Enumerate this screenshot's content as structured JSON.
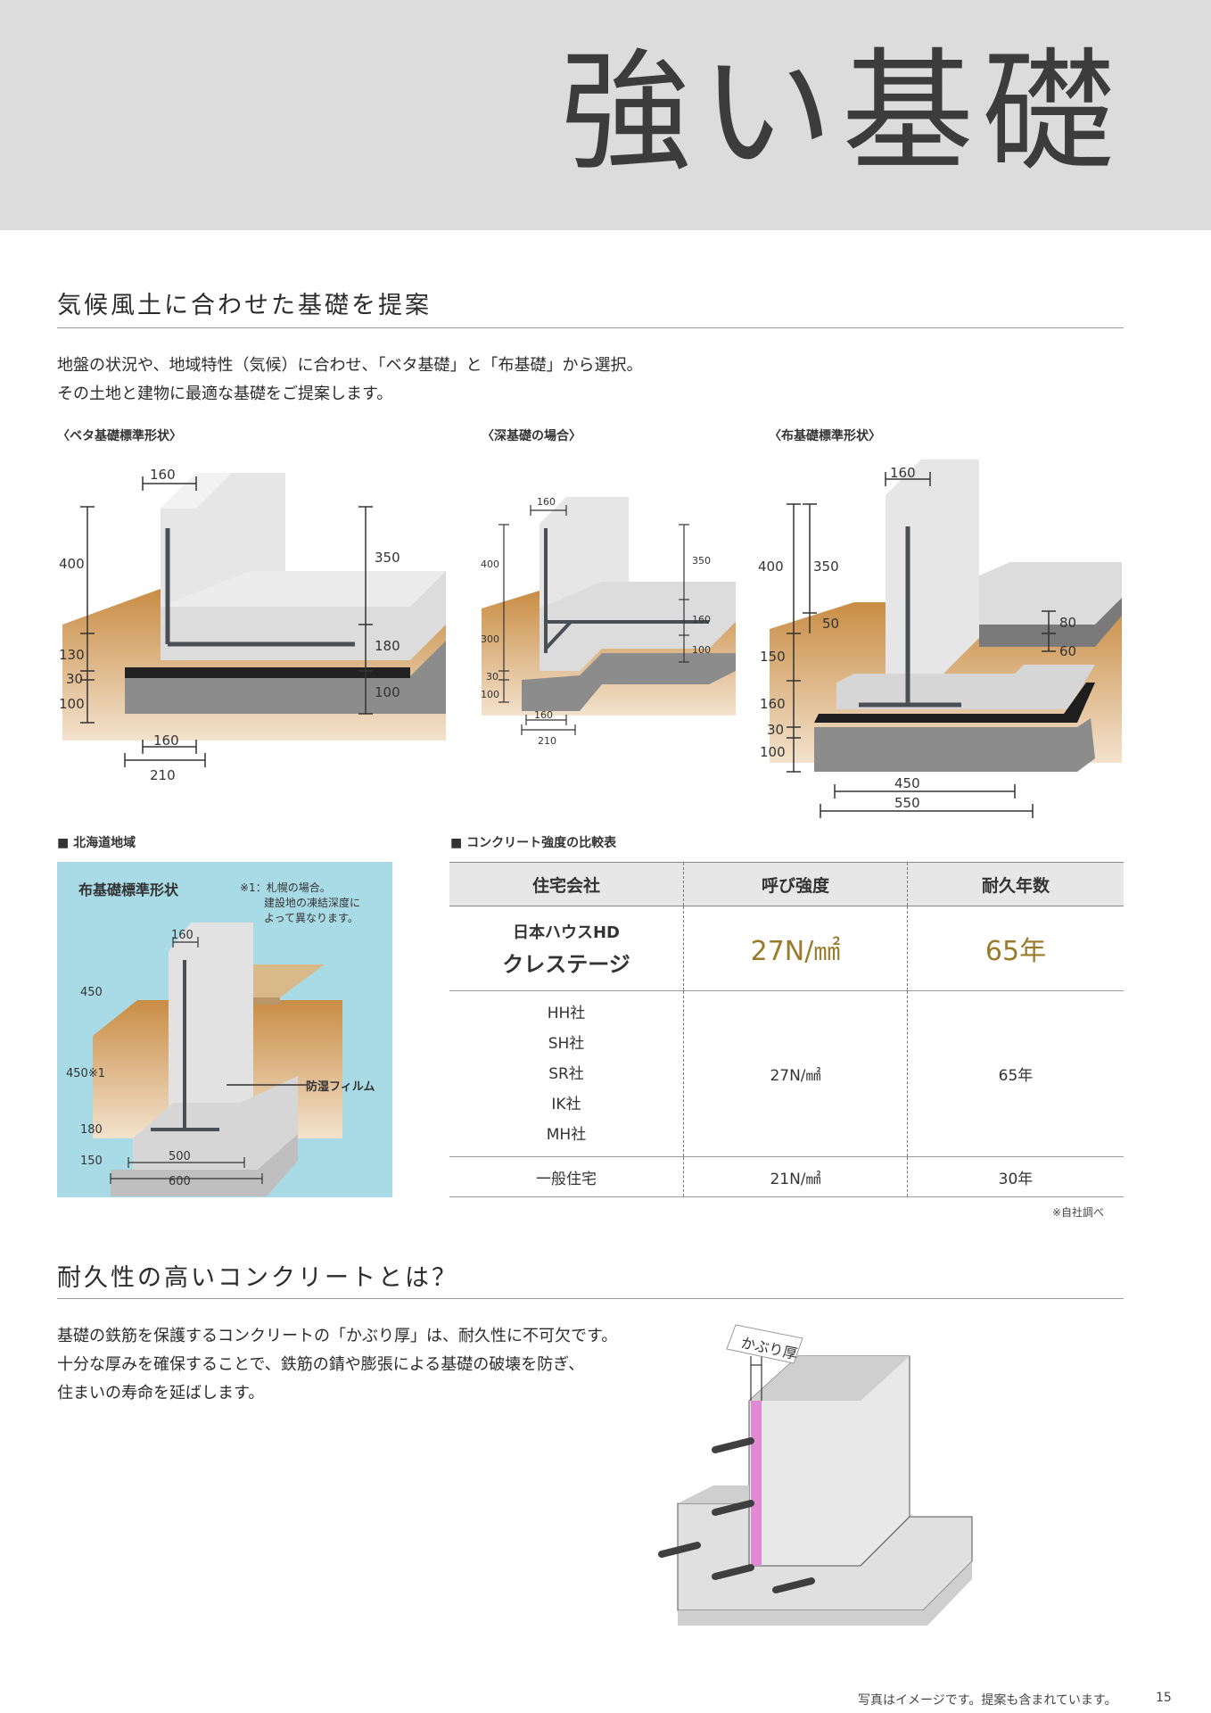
{
  "header": {
    "title": "強い基礎"
  },
  "section1": {
    "heading": "気候風土に合わせた基礎を提案",
    "body_lines": [
      "地盤の状況や、地域特性（気候）に合わせ、「ベタ基礎」と「布基礎」から選択。",
      "その土地と建物に最適な基礎をご提案します。"
    ]
  },
  "diagrams": {
    "beta": {
      "caption": "〈ベタ基礎標準形状〉",
      "dims": {
        "top_width": "160",
        "total_height": "400",
        "d130": "130",
        "d30": "30",
        "d100": "100",
        "bottom_160": "160",
        "bottom_210": "210",
        "right_350": "350",
        "right_180": "180",
        "right_100": "100"
      }
    },
    "deep": {
      "caption": "〈深基礎の場合〉",
      "dims": {
        "top_width": "160",
        "d400": "400",
        "d300": "300",
        "d30": "30",
        "d100": "100",
        "r350": "350",
        "r160": "160",
        "r100": "100",
        "b160": "160",
        "b210": "210"
      }
    },
    "nuno": {
      "caption": "〈布基礎標準形状〉",
      "dims": {
        "top_width": "160",
        "d400": "400",
        "d350": "350",
        "d50": "50",
        "d150": "150",
        "d160": "160",
        "d30": "30",
        "d100": "100",
        "r80": "80",
        "r60": "60",
        "b450": "450",
        "b550": "550"
      }
    }
  },
  "hokkaido": {
    "caption": "■ 北海道地域",
    "panel_title": "布基礎標準形状",
    "note_lines": [
      "※1：札幌の場合。",
      "建設地の凍結深度に",
      "よって異なります。"
    ],
    "film_label": "防湿フィルム",
    "dims": {
      "top_160": "160",
      "d450": "450",
      "d450_note": "450※1",
      "d180": "180",
      "d150": "150",
      "b500": "500",
      "b600": "600"
    }
  },
  "table": {
    "caption": "■ コンクリート強度の比較表",
    "headers": [
      "住宅会社",
      "呼び強度",
      "耐久年数"
    ],
    "highlight": {
      "company_line1": "日本ハウスHD",
      "company_line2": "クレステージ",
      "strength": "27N/㎟",
      "years": "65年"
    },
    "others": {
      "companies": [
        "HH社",
        "SH社",
        "SR社",
        "IK社",
        "MH社"
      ],
      "strength": "27N/㎟",
      "years": "65年"
    },
    "general": {
      "company": "一般住宅",
      "strength": "21N/㎟",
      "years": "30年"
    },
    "note": "※自社調べ"
  },
  "section2": {
    "heading": "耐久性の高いコンクリートとは？",
    "body_lines": [
      "基礎の鉄筋を保護するコンクリートの「かぶり厚」は、耐久性に不可欠です。",
      "十分な厚みを確保することで、鉄筋の錆や膨張による基礎の破壊を防ぎ、",
      "住まいの寿命を延ばします。"
    ],
    "cover_label": "かぶり厚"
  },
  "footer": {
    "note": "写真はイメージです。提案も含まれています。",
    "page_number": "15"
  },
  "colors": {
    "header_bg": "#dcdcdc",
    "gold": "#9a7b2c",
    "panel_bg": "#a9dbe6",
    "magenta": "#e08ad6"
  }
}
